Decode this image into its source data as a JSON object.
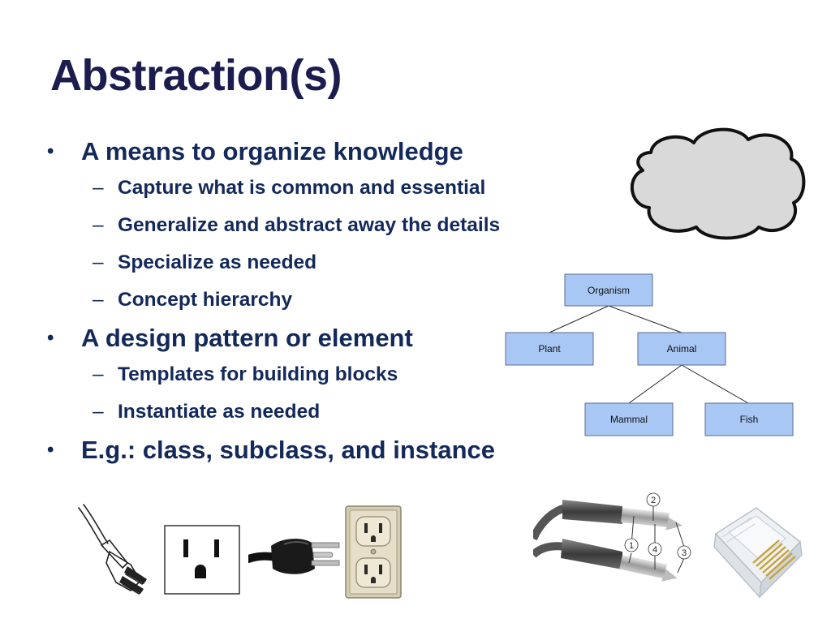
{
  "slide": {
    "title": "Abstraction(s)"
  },
  "bullets": {
    "item1": "A means to organize knowledge",
    "item1_subs": [
      "Capture what is common and essential",
      "Generalize and abstract away the details",
      "Specialize as needed",
      "Concept hierarchy"
    ],
    "item2": "A design pattern or element",
    "item2_subs": [
      "Templates for building blocks",
      "Instantiate as needed"
    ],
    "item3": "E.g.: class, subclass, and instance",
    "bullet_char": "•",
    "dash_char": "–"
  },
  "hierarchy": {
    "root": "Organism",
    "level1": [
      "Plant",
      "Animal"
    ],
    "level2": [
      "Mammal",
      "Fish"
    ],
    "box_fill": "#a9c7f4",
    "box_stroke": "#5a6e8c"
  },
  "jack_labels": [
    "2",
    "1",
    "4",
    "3"
  ],
  "colors": {
    "title": "#1c1c4f",
    "text": "#13295a",
    "cloud_fill": "#d9d9d9"
  },
  "images": {
    "cloud": "cloud-shape",
    "plug_drawing": "plug-line-drawing",
    "outlet_drawing": "outlet-line-drawing",
    "plug_photo": "black-plug-photo",
    "outlet_photo": "beige-outlet-photo",
    "audio_jacks": "stereo-jack-diagram",
    "rj45": "rj45-connector-photo"
  }
}
